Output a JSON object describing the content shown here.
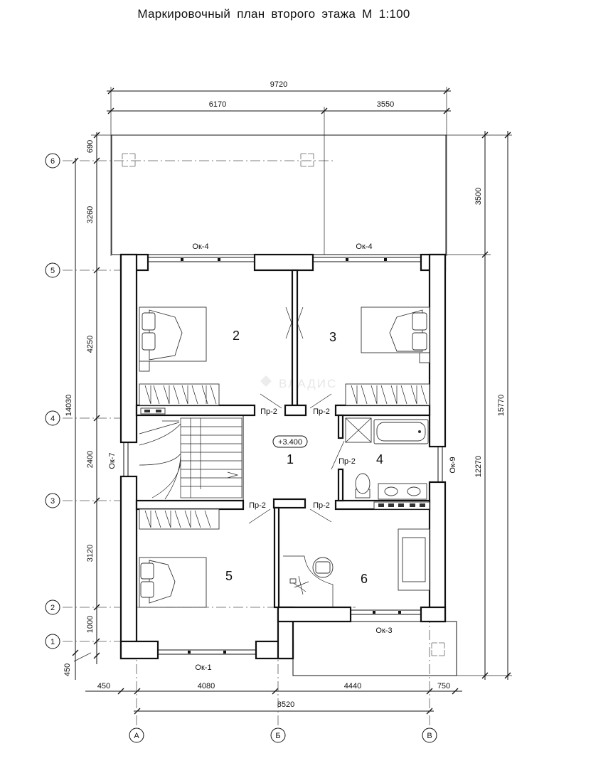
{
  "title": "Маркировочный  план  второго этажа  М 1:100",
  "watermark": "ВЛАДИС",
  "dimensions": {
    "top_total": "9720",
    "top_left": "6170",
    "top_right": "3550",
    "left_total": "14030",
    "left_segments": [
      "690",
      "3260",
      "4250",
      "2400",
      "3120",
      "1000",
      "450"
    ],
    "right_total": "15770",
    "right_upper": "3500",
    "right_lower": "12270",
    "bottom_segments": [
      "450",
      "4080",
      "4440",
      "750"
    ],
    "bottom_total": "8520"
  },
  "axes": {
    "rows": [
      "6",
      "5",
      "4",
      "3",
      "2",
      "1"
    ],
    "columns": [
      "А",
      "Б",
      "В"
    ]
  },
  "rooms": [
    "1",
    "2",
    "3",
    "4",
    "5",
    "6"
  ],
  "elevation_mark": "+3.400",
  "windows": {
    "ok4_left": "Ок-4",
    "ok4_right": "Ок-4",
    "ok7": "Ок-7",
    "ok9": "Ок-9",
    "ok3": "Ок-3",
    "ok1": "Ок-1"
  },
  "doors": {
    "pr2_room2": "Пр-2",
    "pr2_room3": "Пр-2",
    "pr2_room4": "Пр-2",
    "pr2_room5": "Пр-2",
    "pr2_room6": "Пр-2"
  }
}
